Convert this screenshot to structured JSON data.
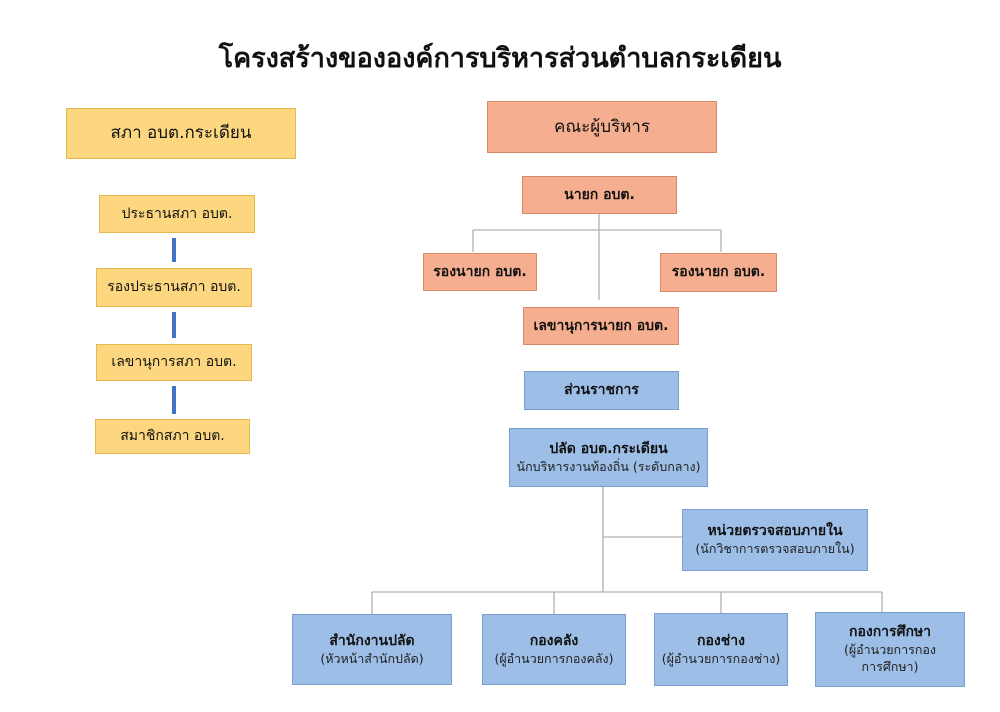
{
  "title": "โครงสร้างขององค์การบริหารส่วนตำบลกระเดียน",
  "council": {
    "header": "สภา อบต.กระเดียน",
    "chair": "ประธานสภา อบต.",
    "vice_chair": "รองประธานสภา อบต.",
    "secretary": "เลขานุการสภา อบต.",
    "members": "สมาชิกสภา อบต."
  },
  "executive": {
    "header": "คณะผู้บริหาร",
    "mayor": "นายก อบต.",
    "deputy_left": "รองนายก อบต.",
    "deputy_right": "รองนายก อบต.",
    "secretary": "เลขานุการนายก อบต."
  },
  "admin": {
    "header": "ส่วนราชการ",
    "clerk": {
      "title": "ปลัด อบต.กระเดียน",
      "subtitle": "นักบริหารงานท้องถิ่น (ระดับกลาง)"
    },
    "audit": {
      "title": "หน่วยตรวจสอบภายใน",
      "subtitle": "(นักวิชาการตรวจสอบภายใน)"
    },
    "departments": [
      {
        "title": "สำนักงานปลัด",
        "subtitle": "(หัวหน้าสำนักปลัด)"
      },
      {
        "title": "กองคลัง",
        "subtitle": "(ผู้อำนวยการกองคลัง)"
      },
      {
        "title": "กองช่าง",
        "subtitle": "(ผู้อำนวยการกองช่าง)"
      },
      {
        "title": "กองการศึกษา",
        "subtitle_line1": "(ผู้อำนวยการกอง",
        "subtitle_line2": "การศึกษา)"
      }
    ]
  },
  "colors": {
    "council_fill": "#fcd77f",
    "executive_fill": "#f5ae8f",
    "admin_fill": "#9dbee6",
    "council_connector": "#4472c4",
    "line": "#a6a6a6"
  }
}
